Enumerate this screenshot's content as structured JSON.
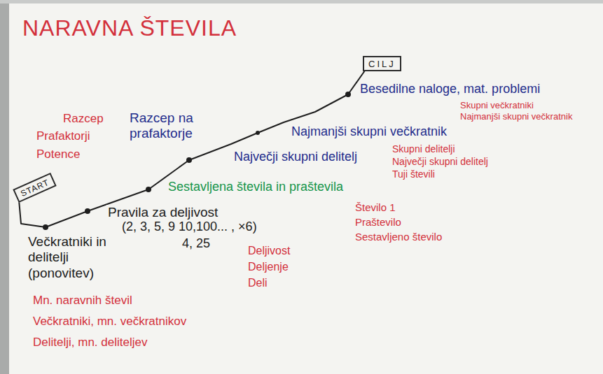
{
  "diagram": {
    "title": "NARAVNA ŠTEVILA",
    "nodes": [
      {
        "text": [
          "START"
        ]
      },
      {
        "text": [
          "CILJ"
        ]
      }
    ],
    "edges": [
      {
        "from": 0,
        "to": 1,
        "arrow": "none"
      }
    ],
    "labels": [
      "Večkratniki in delitelji (ponovitev)",
      "Pravila za deljivost",
      "(2, 3, 5, 9 10,100... , ×6)",
      "4, 25",
      "Sestavljena števila in praštevila",
      "Razcep na prafaktorje",
      "Največji skupni delitelj",
      "Najmanjši skupni večkratnik",
      "Besedilne naloge, mat. problemi",
      "Mn. naravnih števil",
      "Večkratniki, mn. večkratnikov",
      "Delitelji, mn. deliteljev",
      "Deljivost",
      "Deljenje",
      "Deli",
      "Število 1",
      "Praštevilo",
      "Sestavljeno število",
      "Skupni delitelji",
      "Največji skupni delitelj",
      "Tuji števili",
      "Skupni večkratniki",
      "Najmanjši skupni večkratnik",
      "Razcep",
      "Prafaktorji",
      "Potence"
    ]
  }
}
